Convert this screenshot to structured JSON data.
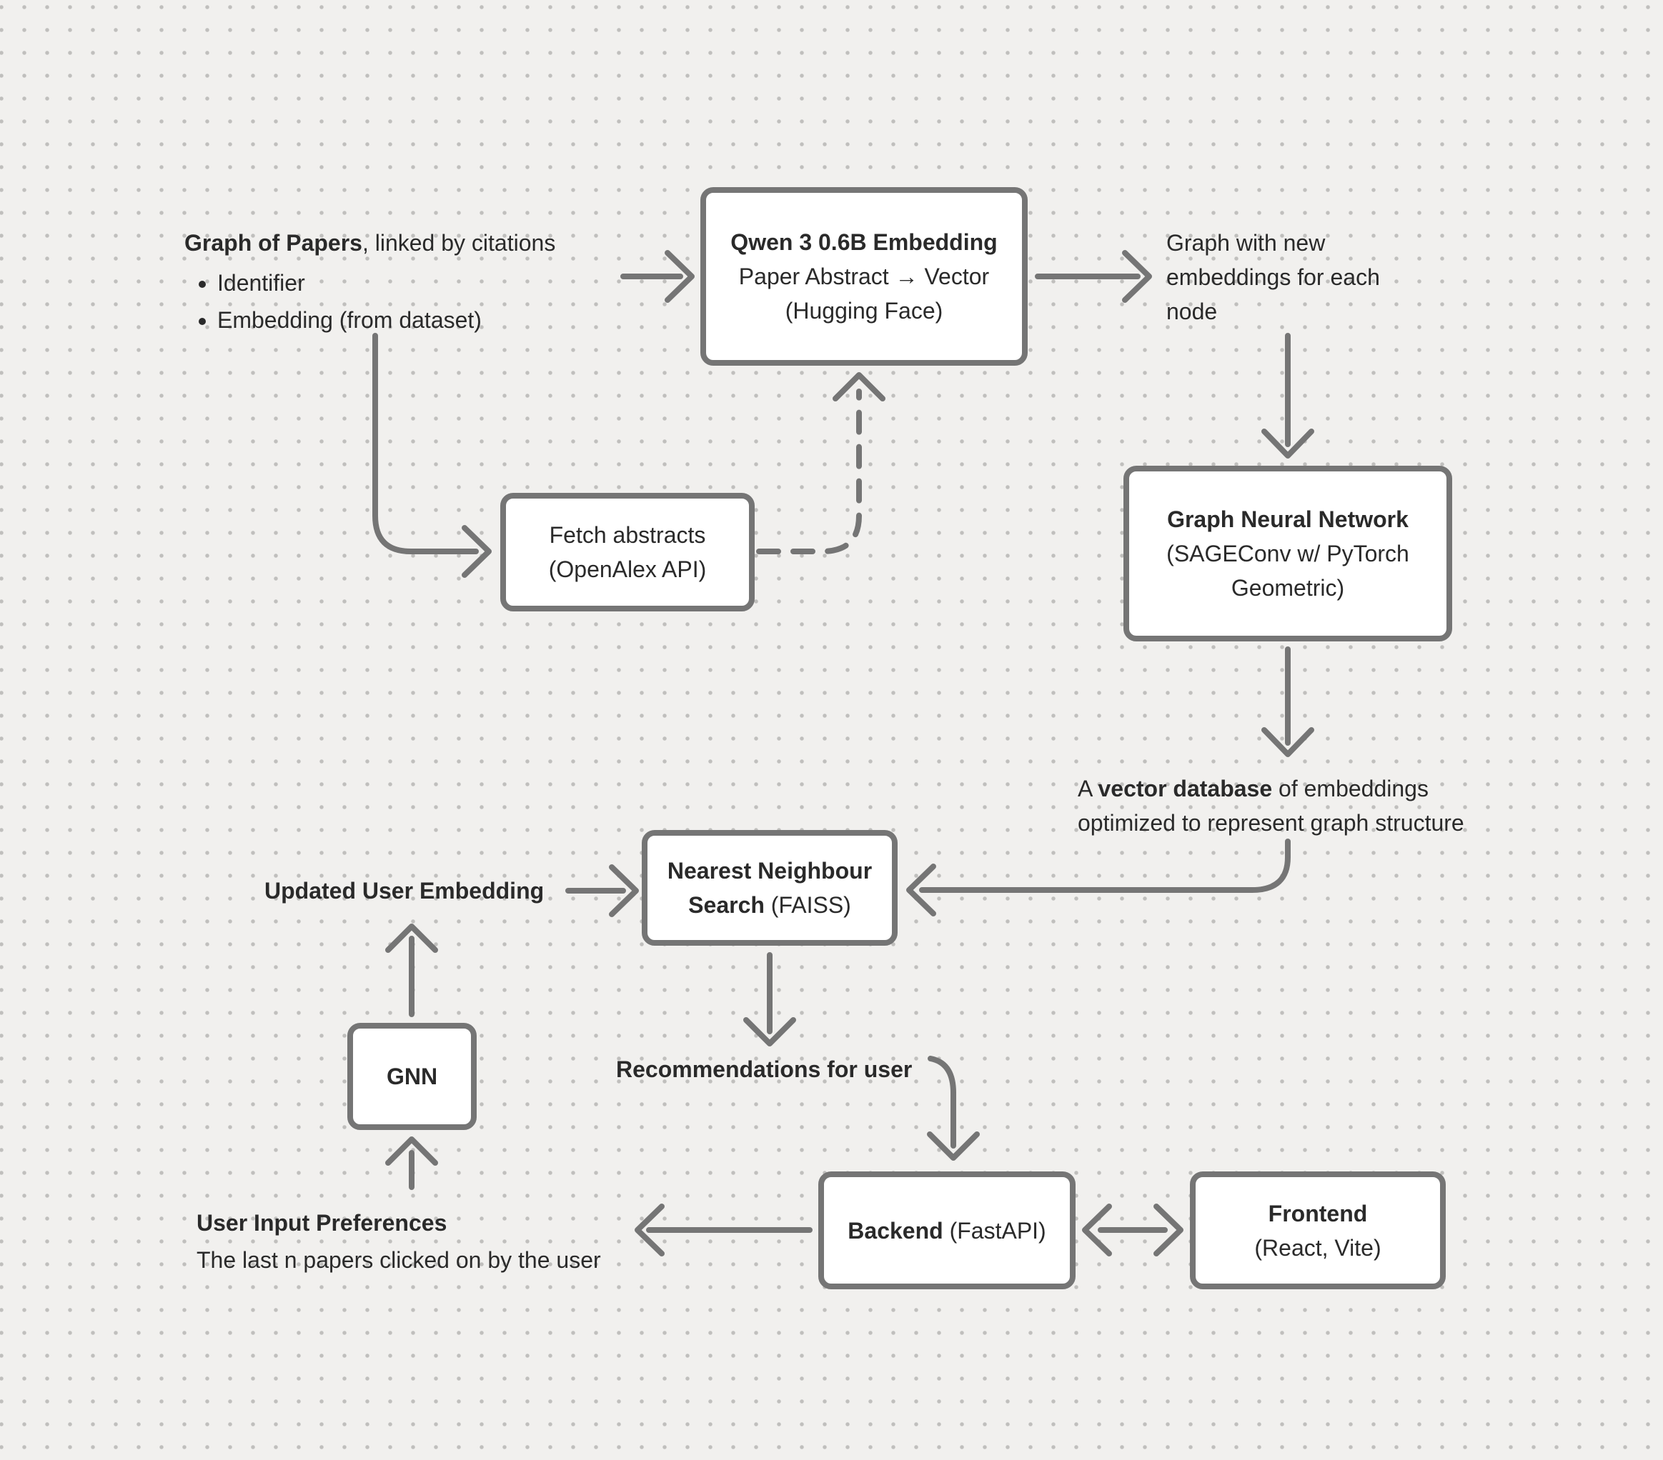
{
  "colors": {
    "background": "#f1f0ee",
    "dot": "#c0bfbd",
    "stroke": "#757575",
    "box_fill": "#ffffff",
    "text": "#2a2a2a"
  },
  "paper_graph": {
    "title_bold": "Graph of Papers",
    "title_rest": ", linked by citations",
    "bullets": [
      "Identifier",
      "Embedding (from dataset)"
    ]
  },
  "qwen_box": {
    "line1": "Qwen 3 0.6B Embedding",
    "line2": "Paper Abstract → Vector",
    "line3": "(Hugging Face)"
  },
  "graph_new_text": {
    "line1": "Graph with new",
    "line2": "embeddings for each",
    "line3": "node"
  },
  "fetch_box": {
    "line1": "Fetch abstracts",
    "line2": "(OpenAlex API)"
  },
  "gnn_box": {
    "line1": "Graph Neural Network",
    "line2": "(SAGEConv w/ PyTorch",
    "line3": "Geometric)"
  },
  "vector_db_text": {
    "line1_prefix": "A ",
    "line1_bold": "vector database",
    "line1_suffix": " of embeddings",
    "line2": "optimized to represent graph structure"
  },
  "nns_box": {
    "line1": "Nearest Neighbour",
    "line2_bold": "Search",
    "line2_rest": " (FAISS)"
  },
  "updated_embedding_text": {
    "label": "Updated User Embedding"
  },
  "gnn_small_box": {
    "label": "GNN"
  },
  "recommendations_text": {
    "label": "Recommendations for user"
  },
  "user_input_text": {
    "line1": "User Input Preferences",
    "line2": "The last n papers clicked on by the user"
  },
  "backend_box": {
    "bold": "Backend",
    "rest": " (FastAPI)"
  },
  "frontend_box": {
    "line1": "Frontend",
    "line2": "(React, Vite)"
  }
}
